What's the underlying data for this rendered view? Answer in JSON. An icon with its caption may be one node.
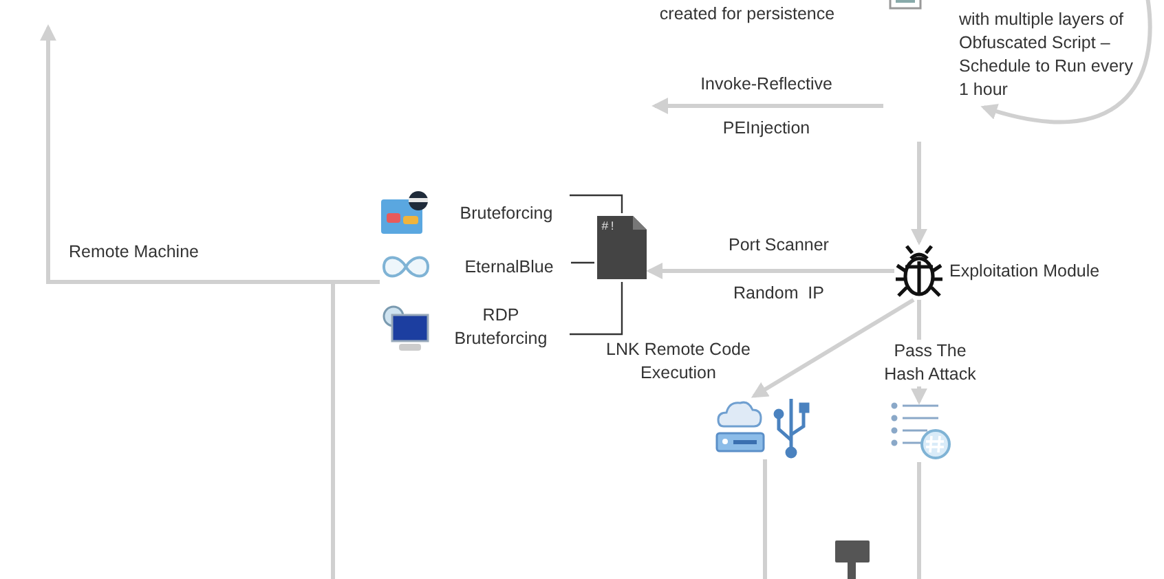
{
  "diagram": {
    "nodes": [
      {
        "text": [
          "with multiple layers of Obfuscated Script – Schedule to Run every 1 hour"
        ]
      },
      {
        "text": [
          "Exploitation Module"
        ]
      },
      {
        "text": [
          "#!"
        ]
      },
      {
        "text": [
          "Bruteforcing"
        ]
      },
      {
        "text": [
          "EternalBlue"
        ]
      },
      {
        "text": [
          "RDP Bruteforcing"
        ]
      },
      {
        "text": [],
        "shape": "picture"
      },
      {
        "text": [],
        "shape": "picture"
      }
    ],
    "edges": [
      {
        "from": null,
        "to": 1,
        "arrow": "to"
      },
      {
        "from": 1,
        "to": 2,
        "arrow": "to"
      },
      {
        "from": 1,
        "to": 6,
        "arrow": "to",
        "label": "LNK Remote Code Execution"
      },
      {
        "from": 1,
        "to": 7,
        "arrow": "to",
        "label": "Pass The Hash Attack"
      },
      {
        "from": 3,
        "to": 2,
        "arrow": "none",
        "color": "#333333"
      },
      {
        "from": 4,
        "to": 2,
        "arrow": "none",
        "color": "#333333"
      },
      {
        "from": 5,
        "to": 2,
        "arrow": "none",
        "color": "#333333"
      },
      {
        "from": 4,
        "to": null,
        "arrow": "to",
        "label": "Remote Machine"
      },
      {
        "from": null,
        "to": 0,
        "arrow": "to"
      },
      {
        "from": 6,
        "to": null,
        "arrow": "none"
      },
      {
        "from": 7,
        "to": null,
        "arrow": "none"
      }
    ],
    "labels": [
      "created for persistence",
      "Invoke-Reflective",
      "PEInjection",
      "Port Scanner",
      "Random  IP"
    ]
  }
}
